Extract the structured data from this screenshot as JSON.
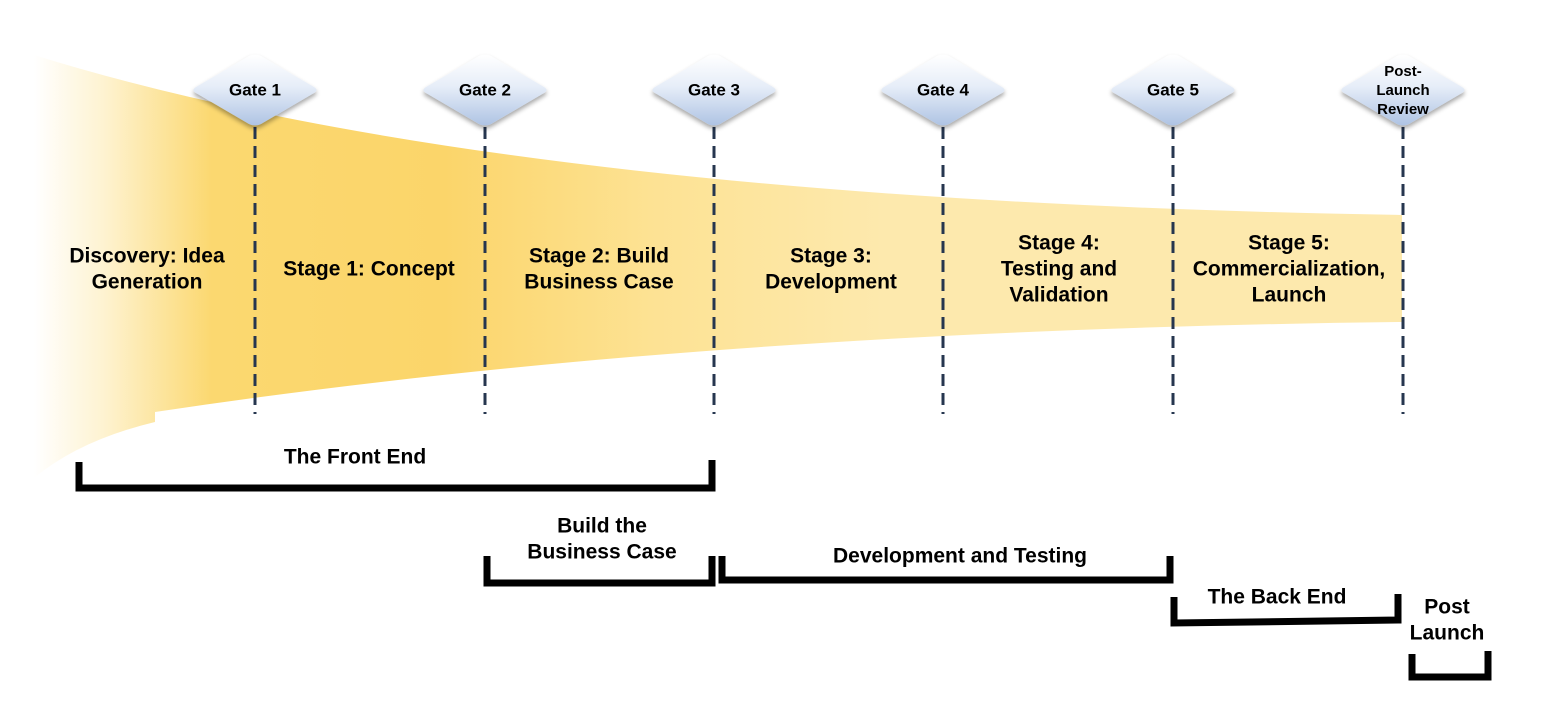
{
  "gates": [
    {
      "lines": [
        "Gate 1"
      ]
    },
    {
      "lines": [
        "Gate 2"
      ]
    },
    {
      "lines": [
        "Gate 3"
      ]
    },
    {
      "lines": [
        "Gate 4"
      ]
    },
    {
      "lines": [
        "Gate 5"
      ]
    },
    {
      "lines": [
        "Post-",
        "Launch",
        "Review"
      ]
    }
  ],
  "stages": [
    {
      "lines": [
        "Discovery: Idea",
        "Generation"
      ]
    },
    {
      "lines": [
        "Stage 1: Concept"
      ]
    },
    {
      "lines": [
        "Stage 2: Build",
        "Business Case"
      ]
    },
    {
      "lines": [
        "Stage 3:",
        "Development"
      ]
    },
    {
      "lines": [
        "Stage 4:",
        "Testing and",
        "Validation"
      ]
    },
    {
      "lines": [
        "Stage 5:",
        "Commercialization,",
        "Launch"
      ]
    }
  ],
  "phases": [
    {
      "lines": [
        "The Front End"
      ]
    },
    {
      "lines": [
        "Build the",
        "Business Case"
      ]
    },
    {
      "lines": [
        "Development and Testing"
      ]
    },
    {
      "lines": [
        "The Back End"
      ]
    },
    {
      "lines": [
        "Post",
        "Launch"
      ]
    }
  ],
  "colors": {
    "funnel_strong": "#fbd56a",
    "funnel_light": "#fde9ad",
    "gate_fill_top": "#ffffff",
    "gate_fill_bottom": "#b9cbe6",
    "gate_line": "#26364f",
    "bracket": "#000000"
  }
}
